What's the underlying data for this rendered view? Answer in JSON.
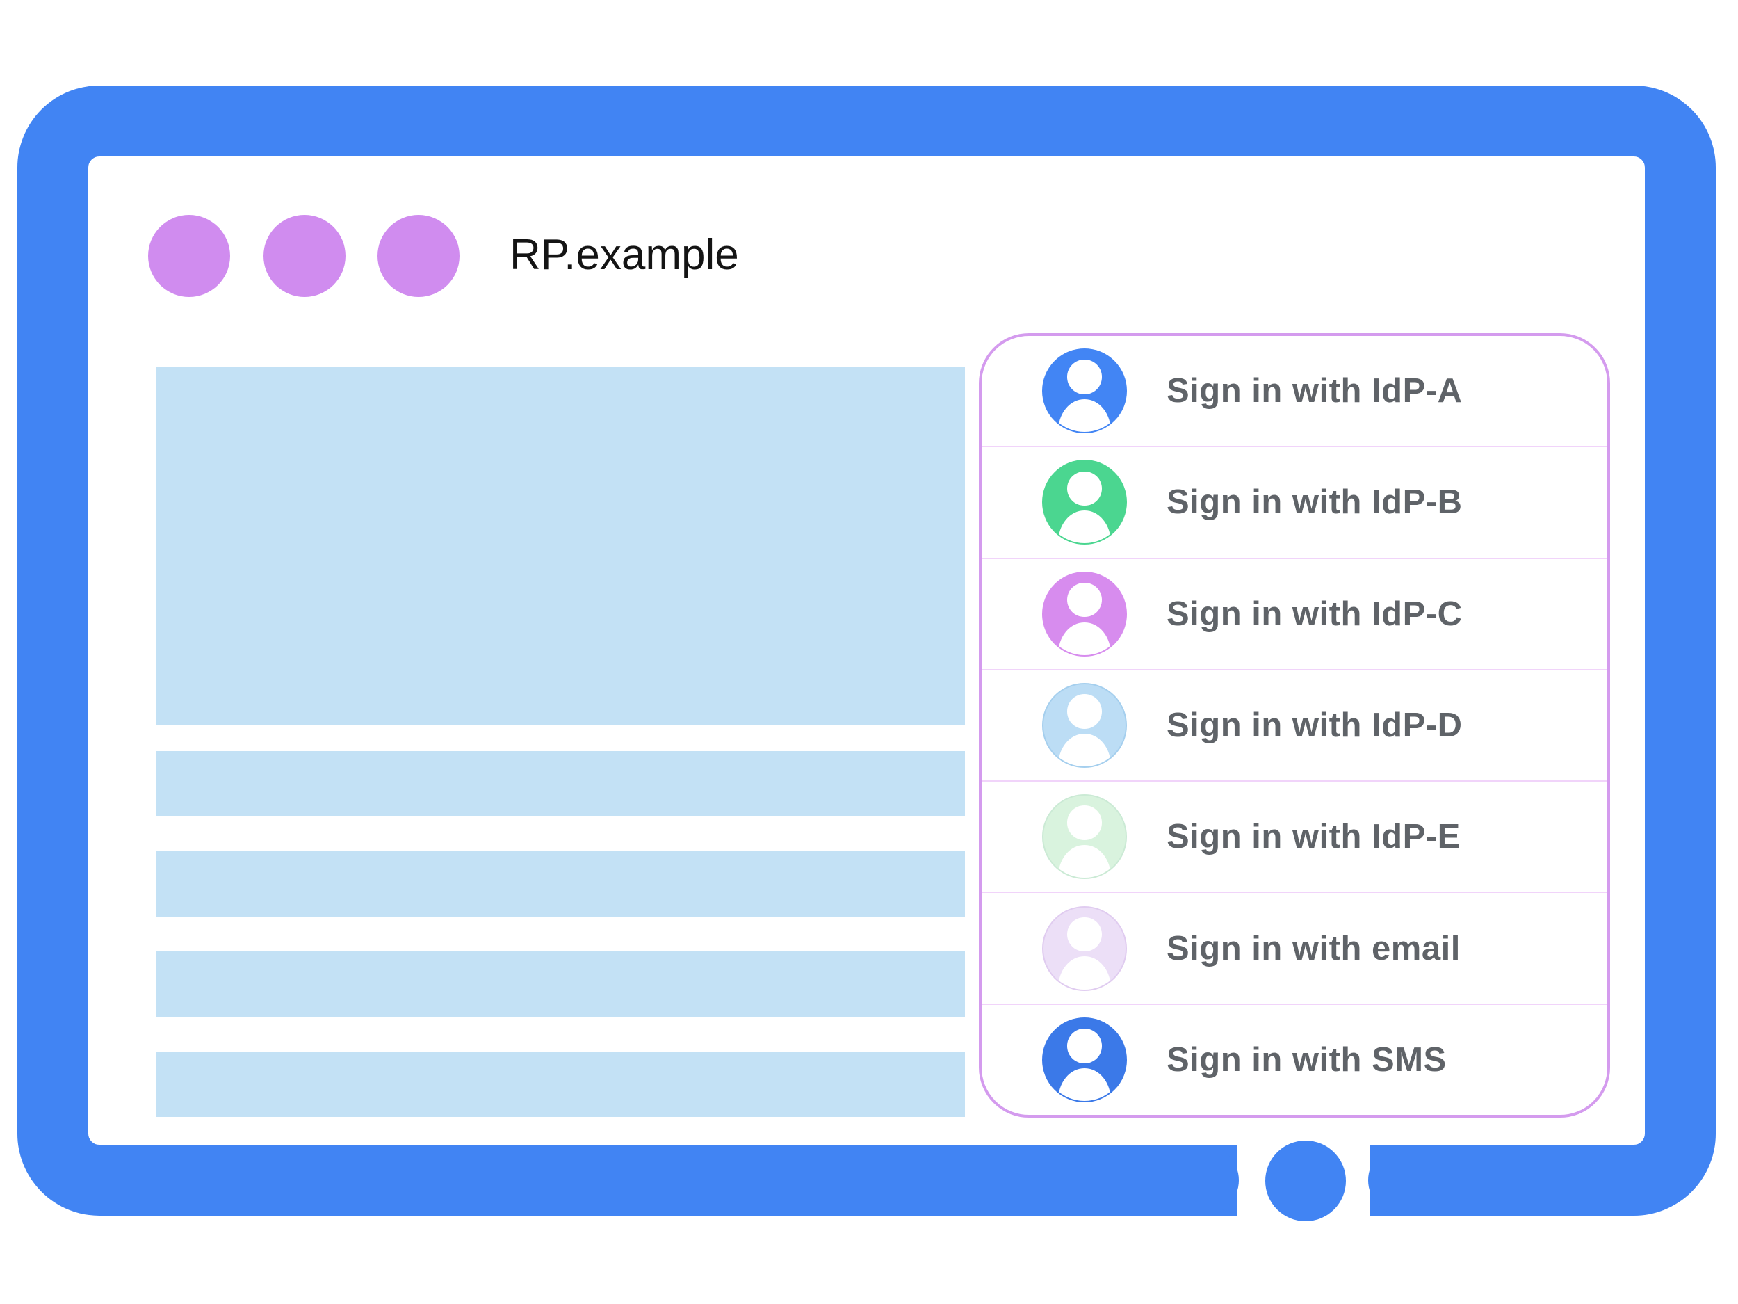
{
  "page_title": "RP.example",
  "window_controls": {
    "count": 3,
    "shape": "circle"
  },
  "colors": {
    "frame_blue": "#4184F3",
    "window_dot": "#D08CEF",
    "content_placeholder": "#C3E1F5",
    "panel_border": "#D49BEE",
    "panel_divider": "#F1D4FA",
    "label_text": "#5F6368",
    "title_text": "#141414",
    "home_button": "#4184F3"
  },
  "signin_panel": {
    "options": [
      {
        "id": "idp-a",
        "label": "Sign in with IdP-A",
        "avatar_icon": "person-icon",
        "avatar_color": "#4285F4",
        "avatar_border": "#4285F4"
      },
      {
        "id": "idp-b",
        "label": "Sign in with IdP-B",
        "avatar_icon": "person-icon",
        "avatar_color": "#4BD690",
        "avatar_border": "#4BD690"
      },
      {
        "id": "idp-c",
        "label": "Sign in with IdP-C",
        "avatar_icon": "person-icon",
        "avatar_color": "#D78CEE",
        "avatar_border": "#D78CEE"
      },
      {
        "id": "idp-d",
        "label": "Sign in with IdP-D",
        "avatar_icon": "person-icon",
        "avatar_color": "#BCDDF5",
        "avatar_border": "#A5CFEE"
      },
      {
        "id": "idp-e",
        "label": "Sign in with IdP-E",
        "avatar_icon": "person-icon",
        "avatar_color": "#D9F3DE",
        "avatar_border": "#CBEAD5"
      },
      {
        "id": "email",
        "label": "Sign in with email",
        "avatar_icon": "person-icon",
        "avatar_color": "#ECDFF7",
        "avatar_border": "#E0CCF0"
      },
      {
        "id": "sms",
        "label": "Sign in with SMS",
        "avatar_icon": "person-icon",
        "avatar_color": "#3B79E8",
        "avatar_border": "#3B79E8"
      }
    ]
  }
}
